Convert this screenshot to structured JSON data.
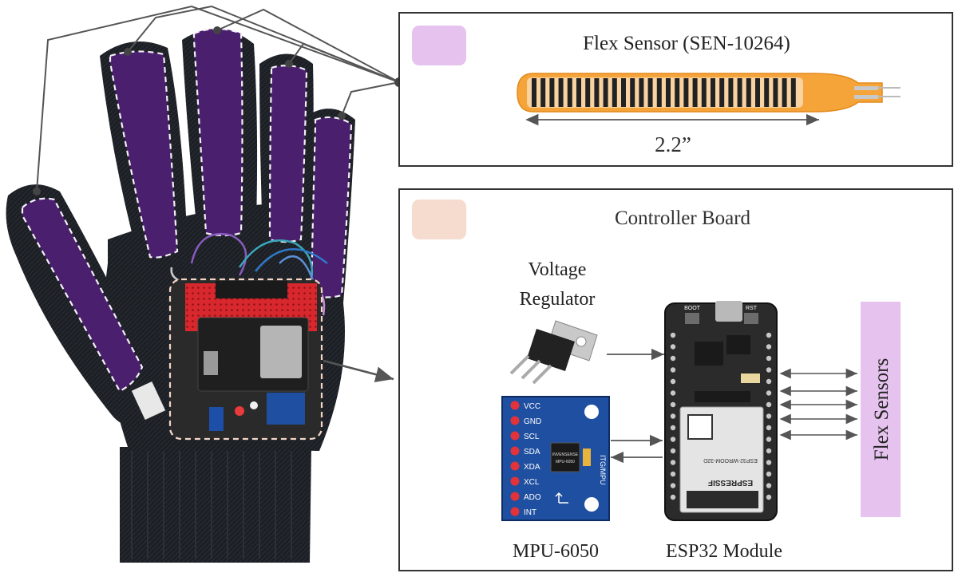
{
  "flex_panel": {
    "title": "Flex Sensor (SEN-10264)",
    "length_label": "2.2”",
    "swatch_color": "#e6c3ee"
  },
  "controller_panel": {
    "title": "Controller Board",
    "swatch_color": "#f6dccf",
    "regulator_label": [
      "Voltage",
      "Regulator"
    ],
    "mpu_label": "MPU-6050",
    "esp_label": "ESP32 Module",
    "flex_sensors_label": "Flex Sensors",
    "flex_bar_color": "#e6c3ee"
  },
  "mpu_board": {
    "pins": [
      "VCC",
      "GND",
      "SCL",
      "SDA",
      "XDA",
      "XCL",
      "ADO",
      "INT"
    ],
    "side_label": "ITG/MPU",
    "chip_text": [
      "INVENSENSE",
      "MPU-6050"
    ],
    "board_color": "#1f4fa0"
  },
  "esp_board": {
    "boot_label": "BOOT",
    "rst_label": "RST",
    "module_text": [
      "ESP32-WROOM-32D",
      "ESPRESSIF"
    ],
    "board_color": "#2b2b2b"
  },
  "glove": {
    "sensor_color": "#4a1f6e",
    "glove_color": "#1c1f24"
  }
}
